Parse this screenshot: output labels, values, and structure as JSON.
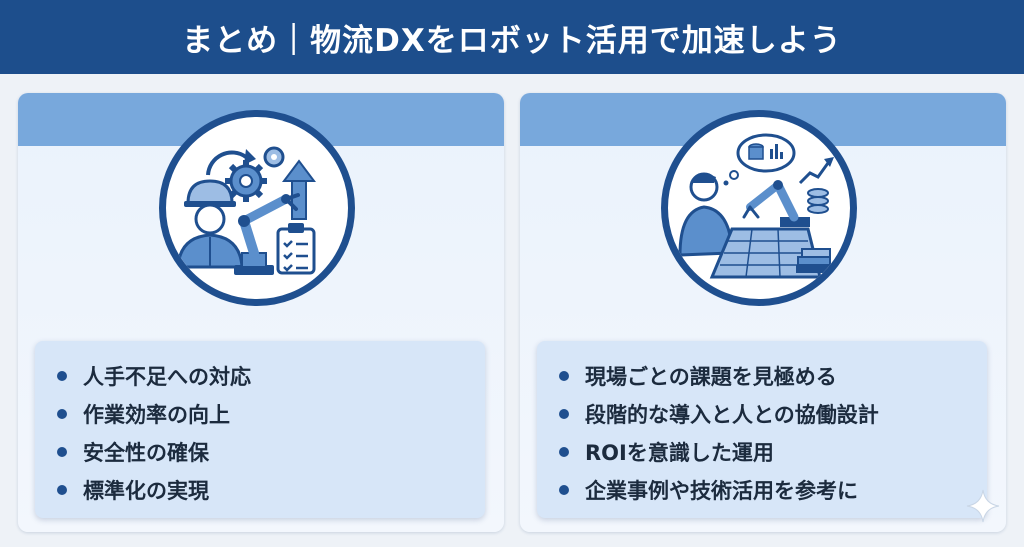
{
  "header": {
    "title": "まとめ｜物流DXをロボット活用で加速しよう"
  },
  "panels": [
    {
      "illustration_icon": "worker-robot-arm-icon",
      "items": [
        "人手不足への対応",
        "作業効率の向上",
        "安全性の確保",
        "標準化の実現"
      ]
    },
    {
      "illustration_icon": "planner-robot-arm-icon",
      "items": [
        "現場ごとの課題を見極める",
        "段階的な導入と人との協働設計",
        "ROIを意識した運用",
        "企業事例や技術活用を参考に"
      ]
    }
  ],
  "colors": {
    "header_bg": "#1d4e8c",
    "panel_band": "#78a8dc",
    "list_bg": "#d7e6f8",
    "accent": "#1f4f8f"
  }
}
